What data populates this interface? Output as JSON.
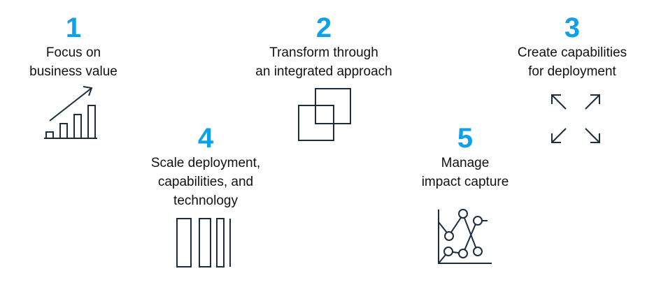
{
  "steps": [
    {
      "number": "1",
      "label_lines": [
        "Focus on",
        "business value"
      ],
      "icon": "bar-chart-growth-icon"
    },
    {
      "number": "2",
      "label_lines": [
        "Transform through",
        "an integrated approach"
      ],
      "icon": "overlapping-squares-icon"
    },
    {
      "number": "3",
      "label_lines": [
        "Create capabilities",
        "for deployment"
      ],
      "icon": "expand-arrows-icon"
    },
    {
      "number": "4",
      "label_lines": [
        "Scale deployment,",
        "capabilities, and",
        "technology"
      ],
      "icon": "vertical-bars-icon"
    },
    {
      "number": "5",
      "label_lines": [
        "Manage",
        "impact capture"
      ],
      "icon": "line-chart-icon"
    }
  ],
  "colors": {
    "accent": "#0fa0ea",
    "icon": "#1c2e3e"
  }
}
